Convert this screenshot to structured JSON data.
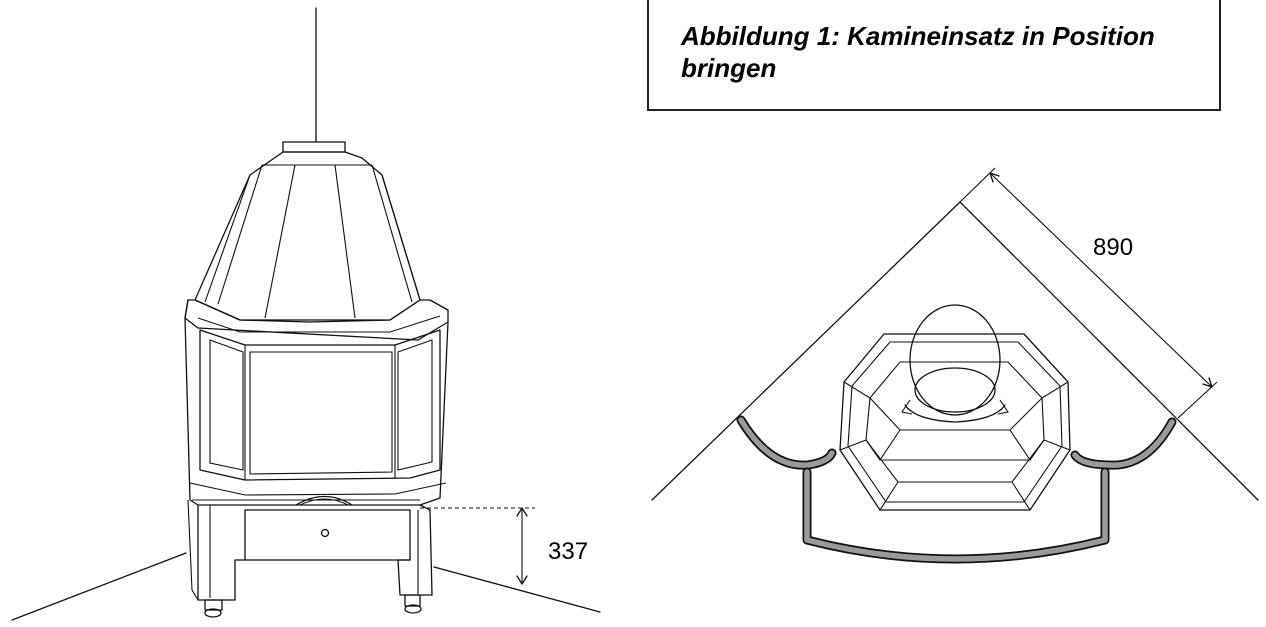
{
  "figure": {
    "caption": "Abbildung 1: Kamineinsatz in Position bringen",
    "front_view": {
      "height_dimension": "337"
    },
    "top_view": {
      "width_dimension": "890"
    }
  },
  "colors": {
    "line": "#111111",
    "fill_highlight": "#9a9a9a",
    "background": "#ffffff"
  }
}
